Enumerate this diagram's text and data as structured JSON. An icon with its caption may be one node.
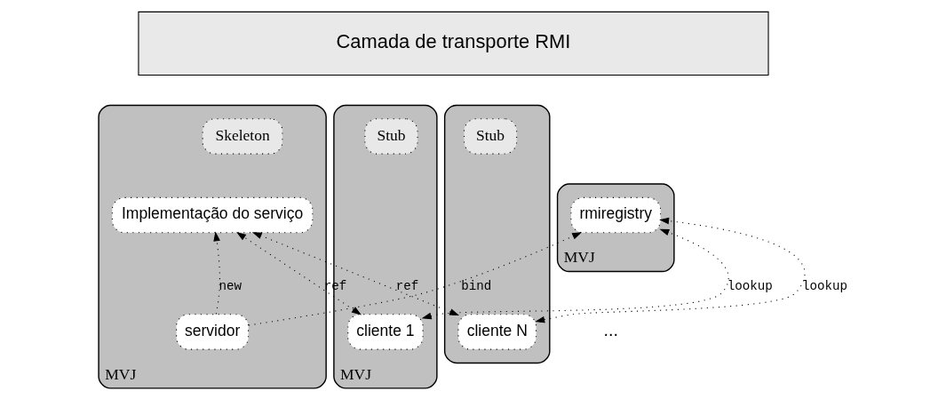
{
  "diagram": {
    "nodes": [
      {
        "text": [
          "Camada de transporte RMI"
        ]
      },
      {
        "text": [
          "MVJ"
        ]
      },
      {
        "text": [
          "rmiregistry"
        ],
        "in": 1
      },
      {
        "text": [
          "MVJ"
        ]
      },
      {
        "text": [
          "Skeleton"
        ],
        "in": 3
      },
      {
        "text": [
          "Implementação do serviço"
        ],
        "in": 3
      },
      {
        "text": [
          "servidor"
        ],
        "in": 3
      },
      {
        "text": [
          "MVJ"
        ]
      },
      {
        "text": [
          "Stub"
        ],
        "in": 7
      },
      {
        "text": [
          "cliente 1"
        ],
        "in": 7
      },
      {
        "text": [],
        "shape": "box"
      },
      {
        "text": [
          "Stub"
        ],
        "in": 10
      },
      {
        "text": [
          "cliente N"
        ],
        "in": 10
      }
    ],
    "edges": [
      {
        "from": 6,
        "to": 2,
        "arrow": "to",
        "label": "bind"
      },
      {
        "from": 9,
        "to": 2,
        "arrow": "both",
        "label": "lookup"
      },
      {
        "from": 12,
        "to": 2,
        "arrow": "both",
        "label": "lookup"
      },
      {
        "from": 9,
        "to": 5,
        "arrow": "both",
        "label": "ref"
      },
      {
        "from": 12,
        "to": 5,
        "arrow": "both",
        "label": "ref"
      },
      {
        "from": 6,
        "to": 5,
        "arrow": "to",
        "label": "new"
      }
    ],
    "labels": [
      "..."
    ]
  }
}
